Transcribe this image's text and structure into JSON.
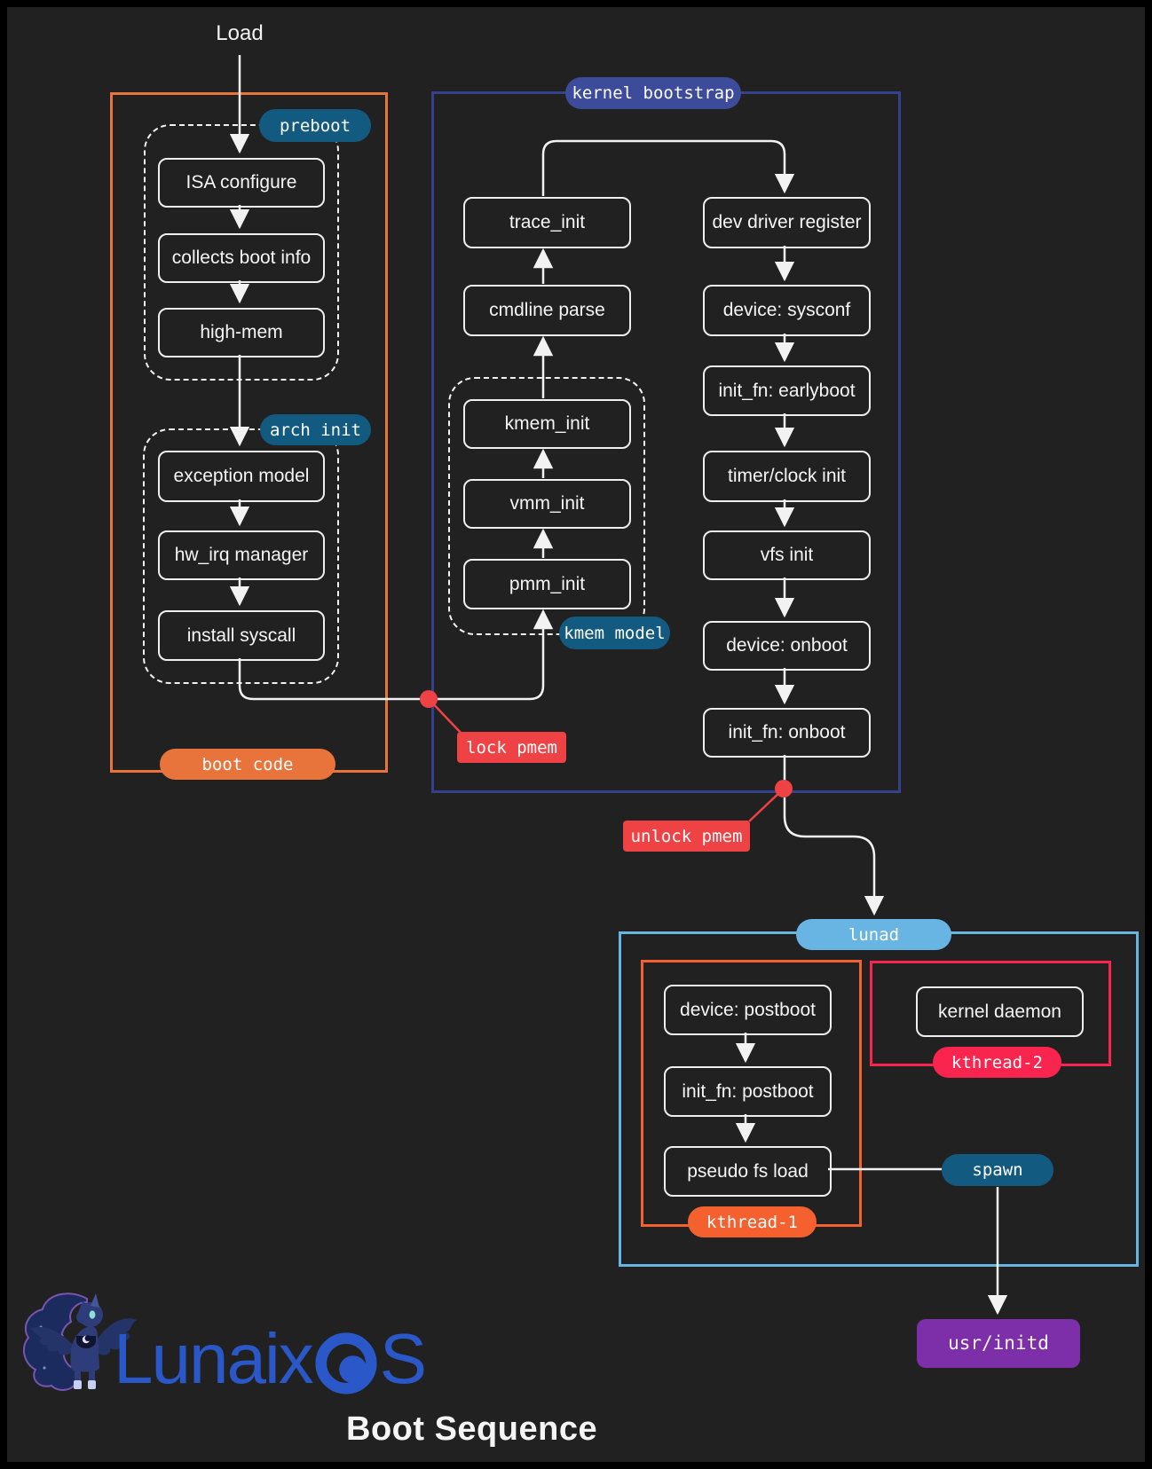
{
  "load_label": "Load",
  "boot_code": {
    "label": "boot code",
    "preboot": {
      "label": "preboot",
      "nodes": [
        "ISA configure",
        "collects boot info",
        "high-mem"
      ]
    },
    "arch_init": {
      "label": "arch init",
      "nodes": [
        "exception model",
        "hw_irq manager",
        "install syscall"
      ]
    }
  },
  "kernel_bootstrap": {
    "label": "kernel bootstrap",
    "trace_chain": [
      "trace_init",
      "cmdline parse"
    ],
    "kmem_model": {
      "label": "kmem model",
      "nodes": [
        "kmem_init",
        "vmm_init",
        "pmm_init"
      ]
    },
    "device_chain": [
      "dev driver register",
      "device: sysconf",
      "init_fn: earlyboot",
      "timer/clock init",
      "vfs init",
      "device: onboot",
      "init_fn: onboot"
    ]
  },
  "annotations": {
    "lock_pmem": "lock pmem",
    "unlock_pmem": "unlock pmem"
  },
  "lunad": {
    "label": "lunad",
    "kthread_1": {
      "label": "kthread-1",
      "nodes": [
        "device: postboot",
        "init_fn: postboot",
        "pseudo fs load"
      ]
    },
    "kthread_2": {
      "label": "kthread-2",
      "nodes": [
        "kernel daemon"
      ]
    },
    "spawn_label": "spawn"
  },
  "user_init": {
    "label": "usr/initd"
  },
  "footer": {
    "brand_prefix": "Lunaix",
    "brand_suffix": "S",
    "title": "Boot Sequence"
  },
  "colors": {
    "background": "#212121",
    "frame": "#000000",
    "node_border": "#efefef",
    "boot_code_orange": "#e8743b",
    "kthread1_orange": "#f5602f",
    "kernel_navy": "#34418c",
    "bootstrap_pill_navy": "#3d4b9b",
    "teal_pill": "#135a80",
    "alert_red": "#ee4245",
    "kthread2_red": "#f9254e",
    "lunad_blue": "#68b4e2",
    "initd_purple": "#7c2fa9",
    "logo_blue": "#2b58c8"
  }
}
